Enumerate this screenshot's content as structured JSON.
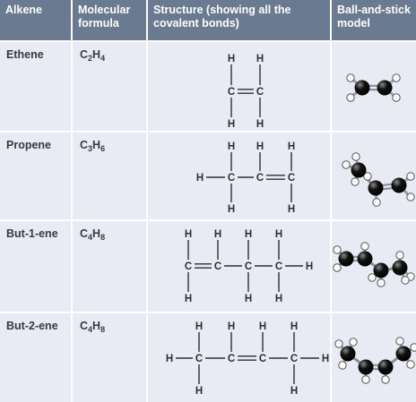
{
  "headers": [
    "Alkene",
    "Molecular formula",
    "Structure (showing all the covalent bonds)",
    "Ball-and-stick model"
  ],
  "rows": [
    {
      "name": "Ethene",
      "formula": {
        "c": "C",
        "cn": "2",
        "h": "H",
        "hn": "4"
      }
    },
    {
      "name": "Propene",
      "formula": {
        "c": "C",
        "cn": "3",
        "h": "H",
        "hn": "6"
      }
    },
    {
      "name": "But-1-ene",
      "formula": {
        "c": "C",
        "cn": "4",
        "h": "H",
        "hn": "8"
      }
    },
    {
      "name": "But-2-ene",
      "formula": {
        "c": "C",
        "cn": "4",
        "h": "H",
        "hn": "8"
      }
    }
  ],
  "atom_labels": {
    "carbon": "C",
    "hydrogen": "H"
  },
  "colors": {
    "header_bg": "#6a7a91",
    "cell_bg": "#e8ebf3",
    "text": "#333a44",
    "carbon_atom": "#111111",
    "hydrogen_atom": "#ffffff"
  }
}
